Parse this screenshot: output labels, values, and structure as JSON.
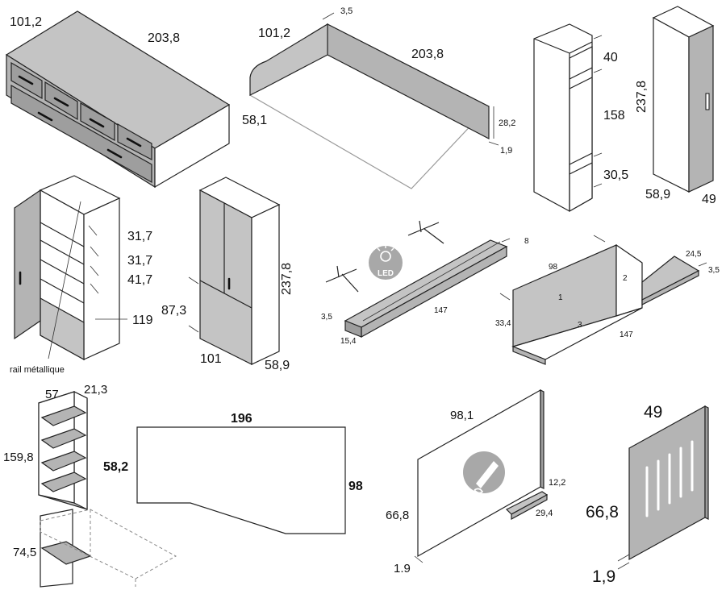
{
  "bed_storage": {
    "depth": "101,2",
    "length": "203,8"
  },
  "bed_frame": {
    "thickness": "3,5",
    "depth": "101,2",
    "length": "203,8",
    "width": "58,1",
    "height": "28,2",
    "base": "1,9"
  },
  "open_column": {
    "top": "40",
    "middle": "158",
    "bottom": "30,5"
  },
  "tall_wardrobe": {
    "height": "237,8",
    "depth": "58,9",
    "width": "49"
  },
  "open_wardrobe": {
    "shelf1": "31,7",
    "shelf2": "31,7",
    "shelf3": "41,7",
    "lower": "119",
    "rail_note": "rail métallique"
  },
  "double_wardrobe": {
    "height": "237,8",
    "lower": "87,3",
    "width": "101",
    "depth": "58,9"
  },
  "led_shelf": {
    "length": "147",
    "depth": "8",
    "height": "3,5",
    "width": "15,4",
    "icon_label": "LED"
  },
  "corner_shelf": {
    "width": "98",
    "length": "147",
    "height": "33,4",
    "depth": "24,5",
    "thickness": "3,5",
    "part1": "1",
    "part2": "2",
    "part3": "3"
  },
  "ladder_shelf": {
    "top_width": "57",
    "depth": "21,3",
    "height": "159,8",
    "lower": "74,5"
  },
  "desk_top": {
    "length": "196",
    "left_depth": "58,2",
    "right_depth": "98"
  },
  "whiteboard": {
    "width": "98,1",
    "height": "66,8",
    "thickness": "1.9",
    "tray_depth": "12,2",
    "tray_length": "29,4"
  },
  "coat_panel": {
    "width": "49",
    "height": "66,8",
    "thickness": "1,9"
  }
}
